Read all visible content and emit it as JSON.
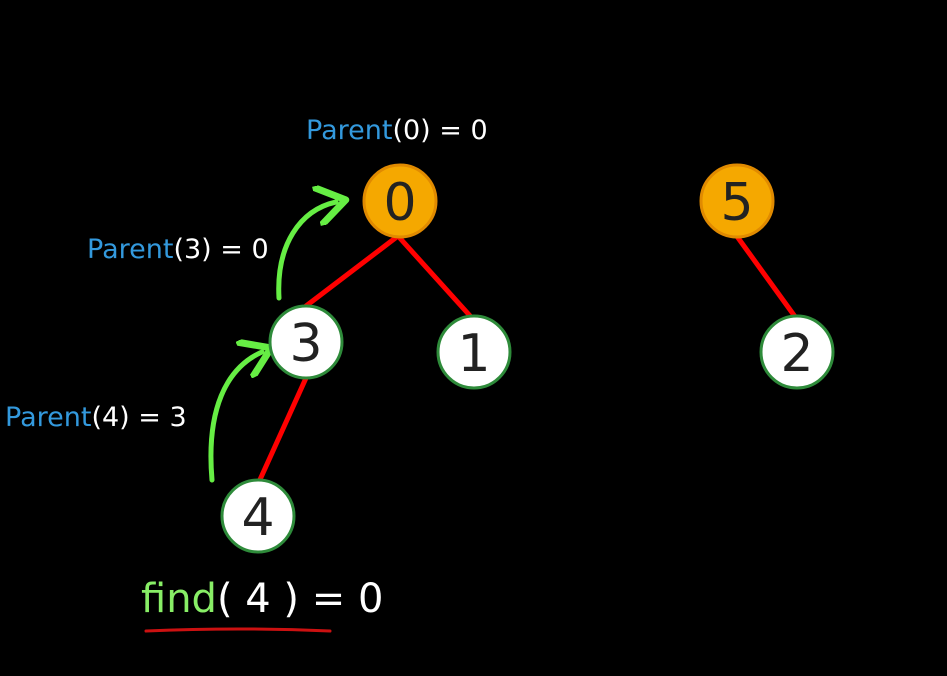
{
  "colors": {
    "background": "#000000",
    "root_fill": "#F5A800",
    "root_stroke": "#E08A00",
    "node_fill": "#FFFFFF",
    "node_stroke": "#2E8B3A",
    "edge": "#FF0000",
    "arrow": "#66EE44",
    "keyword": "#3399DD",
    "text": "#FFFFFF",
    "find_keyword": "#88EE66",
    "underline": "#CC1111"
  },
  "nodes": [
    {
      "id": "node-0",
      "label": "0",
      "is_root": true
    },
    {
      "id": "node-5",
      "label": "5",
      "is_root": true
    },
    {
      "id": "node-3",
      "label": "3",
      "is_root": false
    },
    {
      "id": "node-1",
      "label": "1",
      "is_root": false
    },
    {
      "id": "node-2",
      "label": "2",
      "is_root": false
    },
    {
      "id": "node-4",
      "label": "4",
      "is_root": false
    }
  ],
  "edges": [
    {
      "from": "0",
      "to": "3"
    },
    {
      "from": "0",
      "to": "1"
    },
    {
      "from": "5",
      "to": "2"
    },
    {
      "from": "3",
      "to": "4"
    }
  ],
  "annotations": {
    "parent0": {
      "keyword": "Parent",
      "rest": "(0) = 0"
    },
    "parent3": {
      "keyword": "Parent",
      "rest": "(3) = 0"
    },
    "parent4": {
      "keyword": "Parent",
      "rest": "(4) = 3"
    }
  },
  "find_expression": {
    "keyword": "find",
    "rest": "( 4 ) = 0"
  }
}
